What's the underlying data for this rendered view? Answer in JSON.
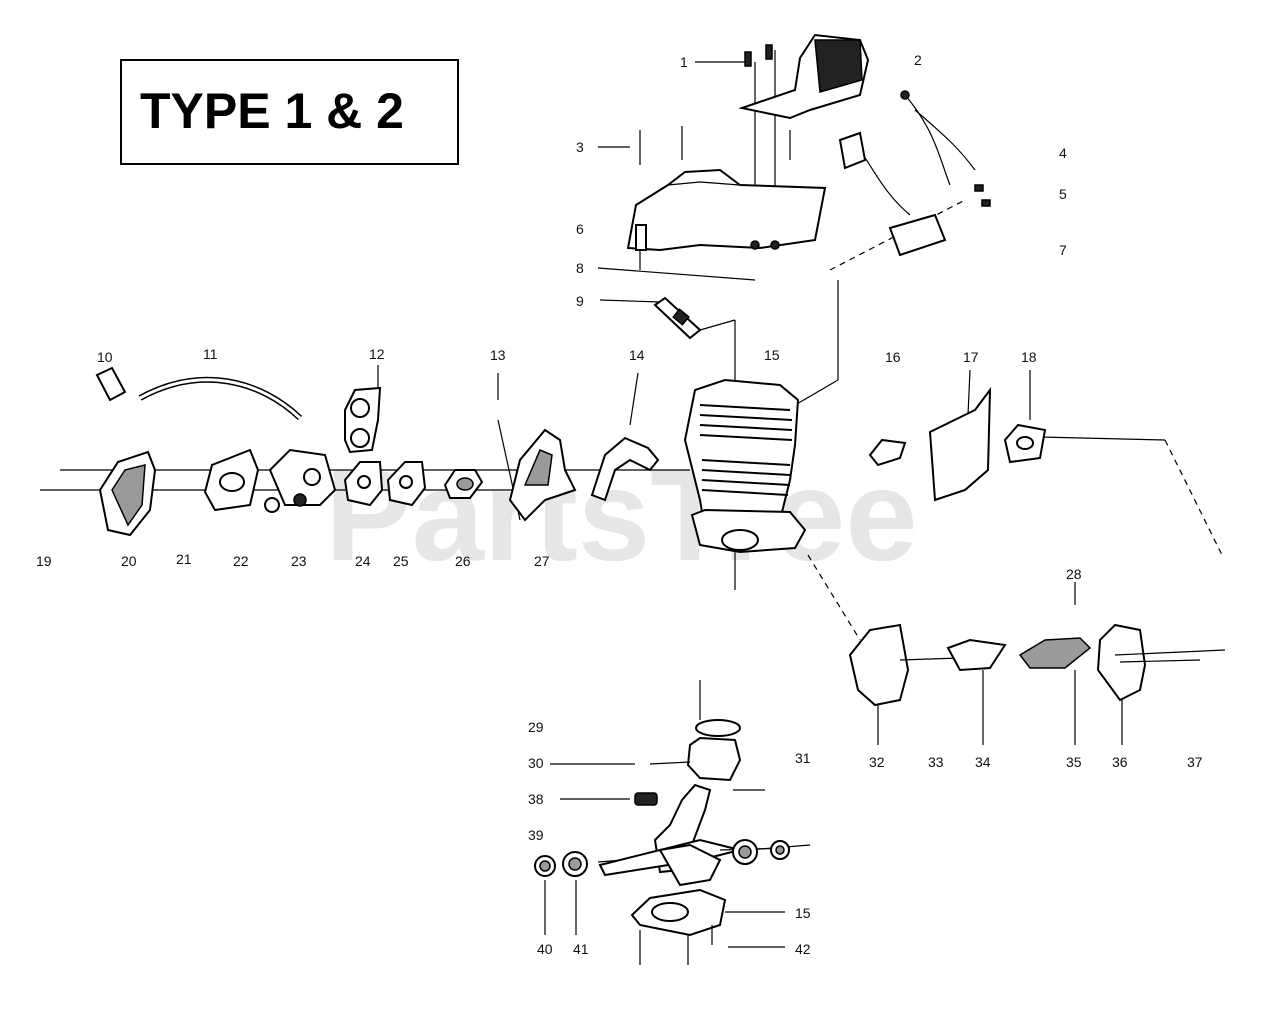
{
  "title": "TYPE 1 & 2",
  "watermark": "PartsTree",
  "callouts": [
    "1",
    "2",
    "3",
    "4",
    "5",
    "6",
    "7",
    "8",
    "9",
    "10",
    "11",
    "12",
    "13",
    "14",
    "15",
    "16",
    "17",
    "18",
    "19",
    "20",
    "21",
    "22",
    "23",
    "24",
    "25",
    "26",
    "27",
    "28",
    "29",
    "30",
    "31",
    "32",
    "33",
    "34",
    "35",
    "36",
    "37",
    "38",
    "39",
    "40",
    "41",
    "15",
    "42"
  ]
}
